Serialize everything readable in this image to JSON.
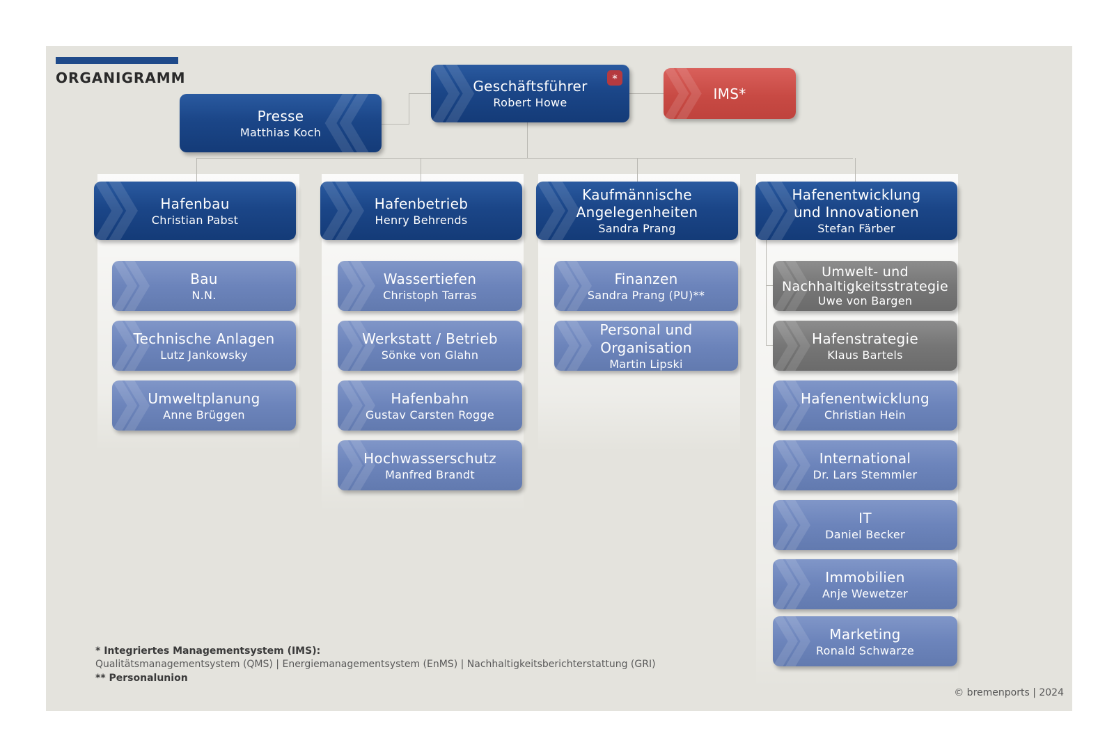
{
  "title": "ORGANIGRAMM",
  "top": [
    {
      "id": "gf",
      "title": "Geschäftsführer",
      "person": "Robert Howe",
      "marker": "*"
    },
    {
      "id": "presse",
      "title": "Presse",
      "person": "Matthias Koch"
    },
    {
      "id": "ims",
      "title": "IMS*",
      "person": ""
    }
  ],
  "departments": [
    {
      "title": "Hafenbau",
      "person": "Christian Pabst",
      "units": [
        {
          "title": "Bau",
          "person": "N.N."
        },
        {
          "title": "Technische Anlagen",
          "person": "Lutz Jankowsky"
        },
        {
          "title": "Umweltplanung",
          "person": "Anne Brüggen"
        }
      ]
    },
    {
      "title": "Hafenbetrieb",
      "person": "Henry Behrends",
      "units": [
        {
          "title": "Wassertiefen",
          "person": "Christoph Tarras"
        },
        {
          "title": "Werkstatt / Betrieb",
          "person": "Sönke von Glahn"
        },
        {
          "title": "Hafenbahn",
          "person": "Gustav Carsten Rogge"
        },
        {
          "title": "Hochwasserschutz",
          "person": "Manfred Brandt"
        }
      ]
    },
    {
      "title": "Kaufmännische\nAngelegenheiten",
      "person": "Sandra Prang",
      "units": [
        {
          "title": "Finanzen",
          "person": "Sandra Prang (PU)**"
        },
        {
          "title": "Personal und Organisation",
          "person": "Martin Lipski"
        }
      ]
    },
    {
      "title": "Hafenentwicklung\nund Innovationen",
      "person": "Stefan Färber",
      "units": [
        {
          "title": "Umwelt- und\nNachhaltigkeitsstrategie",
          "person": "Uwe von Bargen",
          "style": "grey"
        },
        {
          "title": "Hafenstrategie",
          "person": "Klaus Bartels",
          "style": "grey"
        },
        {
          "title": "Hafenentwicklung",
          "person": "Christian Hein"
        },
        {
          "title": "International",
          "person": "Dr. Lars Stemmler"
        },
        {
          "title": "IT",
          "person": "Daniel Becker"
        },
        {
          "title": "Immobilien",
          "person": "Anje Wewetzer"
        },
        {
          "title": "Marketing",
          "person": "Ronald Schwarze"
        }
      ]
    }
  ],
  "footnotes": {
    "ims_heading": "* Integriertes Managementsystem (IMS):",
    "ims_detail": "Qualitätsmanagementsystem (QMS) | Energiemanagementsystem (EnMS) | Nachhaltigkeitsberichterstattung (GRI)",
    "pu": "** Personalunion"
  },
  "copyright": "© bremenports | 2024"
}
